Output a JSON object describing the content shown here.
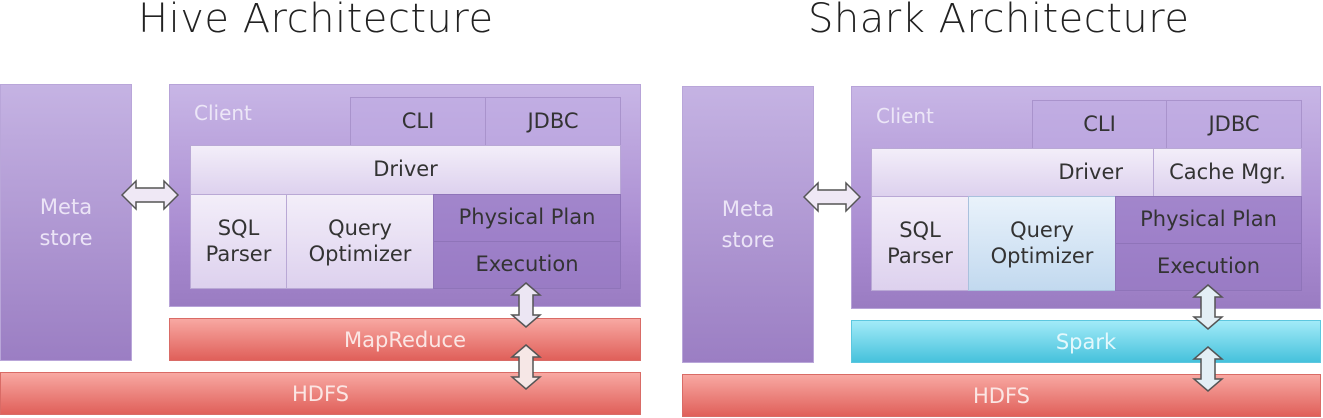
{
  "diagrams": [
    {
      "title": "Hive Architecture",
      "metastore_label_line1": "Meta",
      "metastore_label_line2": "store",
      "client_label": "Client",
      "components": {
        "cli": "CLI",
        "jdbc": "JDBC",
        "driver": "Driver",
        "sql_parser_line1": "SQL",
        "sql_parser_line2": "Parser",
        "query_optimizer_line1": "Query",
        "query_optimizer_line2": "Optimizer",
        "physical_plan": "Physical Plan",
        "execution": "Execution"
      },
      "engine_label": "MapReduce",
      "storage_label": "HDFS",
      "colors": {
        "engine": "#e8746e",
        "storage": "#e8746e",
        "client": "#a88ad0",
        "arrow_fill": "#efe8f5"
      }
    },
    {
      "title": "Shark Architecture",
      "metastore_label_line1": "Meta",
      "metastore_label_line2": "store",
      "client_label": "Client",
      "components": {
        "cli": "CLI",
        "jdbc": "JDBC",
        "driver": "Driver",
        "cache_mgr": "Cache Mgr.",
        "sql_parser_line1": "SQL",
        "sql_parser_line2": "Parser",
        "query_optimizer_line1": "Query",
        "query_optimizer_line2": "Optimizer",
        "physical_plan": "Physical Plan",
        "execution": "Execution"
      },
      "engine_label": "Spark",
      "storage_label": "HDFS",
      "colors": {
        "engine": "#5ccde3",
        "storage": "#e8746e",
        "client": "#a88ad0",
        "arrow_fill": "#e3eff5"
      }
    }
  ]
}
